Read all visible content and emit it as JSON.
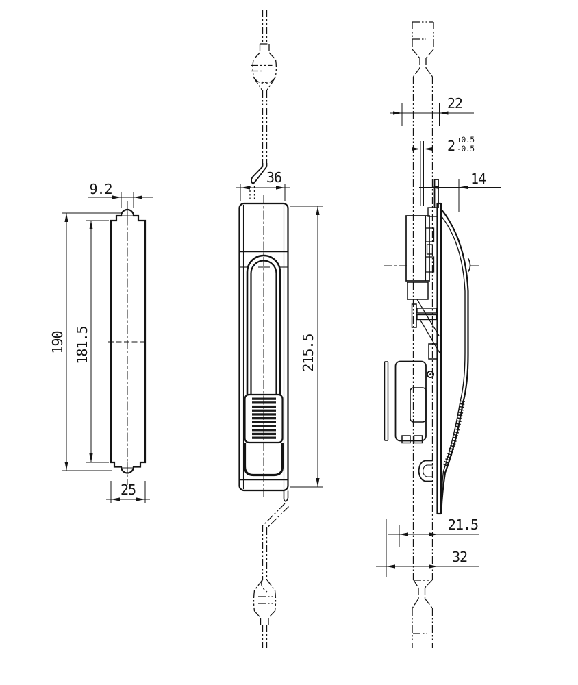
{
  "drawing": {
    "background_color": "#ffffff",
    "line_color": "#141414"
  },
  "dimensions": {
    "left_view": {
      "tab_width": "9.2",
      "overall_length": "190",
      "plate_length": "181.5",
      "plate_width": "25"
    },
    "front_view": {
      "body_width": "36",
      "overall_height": "215.5"
    },
    "side_view": {
      "top_depth": "22",
      "adjustment": "2",
      "adjustment_tolerance_plus": "+0.5",
      "adjustment_tolerance_minus": "-0.5",
      "top_projection": "14",
      "body_depth": "21.5",
      "overall_depth": "32"
    }
  }
}
